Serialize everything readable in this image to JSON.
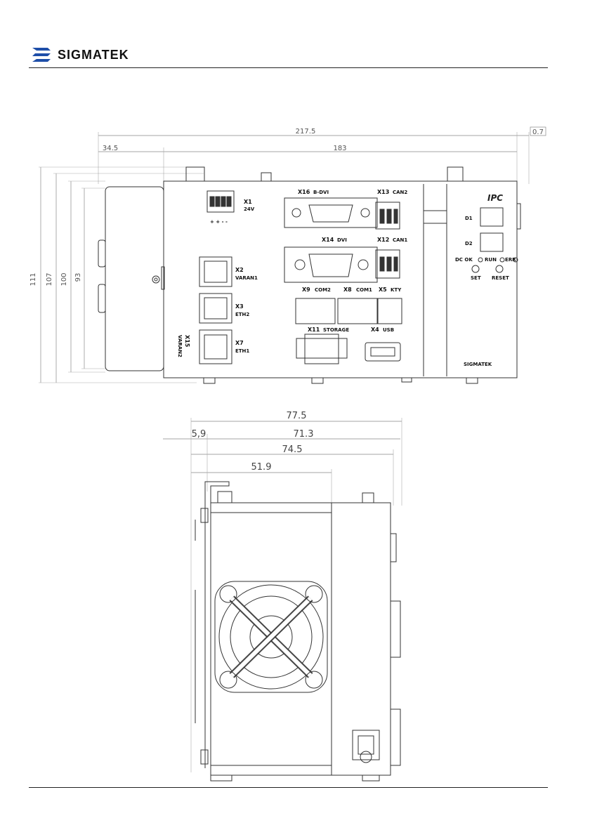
{
  "header": {
    "brand": "SIGMATEK",
    "brand_color": "#1e4ea8",
    "logo_icon": "sigmatek-logo-icon"
  },
  "front_view": {
    "dimensions": {
      "width_total": "217.5",
      "width_fan": "34.5",
      "width_body": "183",
      "offset": "0.7",
      "h111": "111",
      "h107": "107",
      "h100": "100",
      "h93": "93"
    },
    "connectors": {
      "x1": "X1",
      "x1_label": "24V",
      "x1_pins": "+ + - -",
      "x16": "X16",
      "x16_label": "B-DVI",
      "x13": "X13",
      "x13_label": "CAN2",
      "x14": "X14",
      "x14_label": "DVI",
      "x12": "X12",
      "x12_label": "CAN1",
      "x2": "X2",
      "x2_label": "VARAN1",
      "x3": "X3",
      "x3_label": "ETH2",
      "x7": "X7",
      "x7_label": "ETH1",
      "x15": "X15",
      "x15_label": "VARAN2",
      "x9": "X9",
      "x9_label": "COM2",
      "x8": "X8",
      "x8_label": "COM1",
      "x5": "X5",
      "x5_label": "KTY",
      "x11": "X11",
      "x11_label": "STORAGE",
      "x4": "X4",
      "x4_label": "USB"
    },
    "panel": {
      "title": "IPC",
      "d1": "D1",
      "d2": "D2",
      "led_dcok": "DC OK",
      "led_run": "RUN",
      "led_err": "ERR",
      "set": "SET",
      "reset": "RESET",
      "brand": "SIGMATEK"
    }
  },
  "side_view": {
    "dimensions": {
      "d775": "77.5",
      "d59": "5,9",
      "d713": "71.3",
      "d745": "74.5",
      "d519": "51.9"
    }
  }
}
